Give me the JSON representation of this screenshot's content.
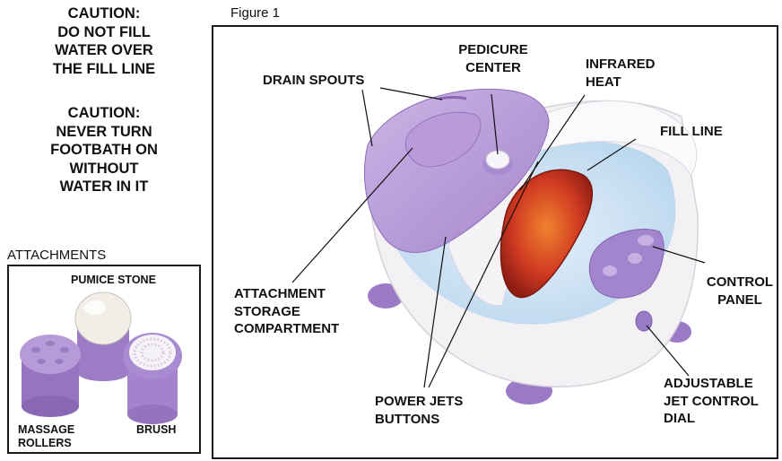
{
  "cautions": [
    "CAUTION:\nDO NOT FILL\nWATER OVER\nTHE FILL LINE",
    "CAUTION:\nNEVER TURN\nFOOTBATH ON\nWITHOUT\nWATER IN IT"
  ],
  "attachments": {
    "title": "ATTACHMENTS",
    "labels": {
      "pumice_stone": "PUMICE STONE",
      "massage_rollers": "MASSAGE\nROLLERS",
      "brush": "BRUSH"
    }
  },
  "figure": {
    "title": "Figure 1",
    "callouts": {
      "drain_spouts": "DRAIN SPOUTS",
      "pedicure_center": "PEDICURE\nCENTER",
      "infrared_heat": "INFRARED\nHEAT",
      "fill_line": "FILL LINE",
      "attachment_storage": "ATTACHMENT\nSTORAGE\nCOMPARTMENT",
      "control_panel": "CONTROL\nPANEL",
      "power_jets": "POWER JETS\nBUTTONS",
      "jet_control": "ADJUSTABLE\nJET CONTROL\nDIAL"
    }
  },
  "colors": {
    "lavender": "#b99ad6",
    "lavender_dark": "#8c68b4",
    "white_plastic": "#f4f2f6",
    "water": "#cfe4f4",
    "infrared": "#c8321f"
  }
}
